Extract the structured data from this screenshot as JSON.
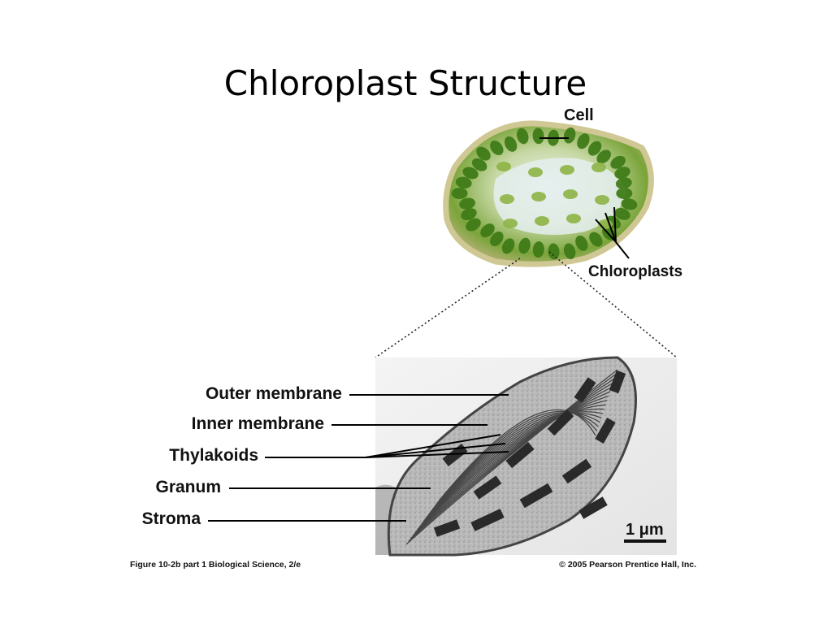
{
  "title": "Chloroplast Structure",
  "labels": {
    "cell": "Cell",
    "chloroplasts": "Chloroplasts",
    "outer_membrane": "Outer membrane",
    "inner_membrane": "Inner membrane",
    "thylakoids": "Thylakoids",
    "granum": "Granum",
    "stroma": "Stroma"
  },
  "scale_bar": "1 μm",
  "caption": {
    "figure": "Figure 10-2b part 1   Biological Science, 2/e",
    "copyright": "© 2005 Pearson Prentice Hall, Inc."
  },
  "colors": {
    "cell_green": "#6d9a2a",
    "chloroplast_dark": "#2f6b12",
    "cell_wall": "#c8c290",
    "micrograph_bg": "#efefef",
    "granum_dark": "#2a2a2a"
  }
}
